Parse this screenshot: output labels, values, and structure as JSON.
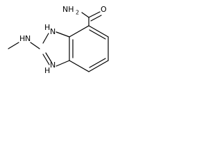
{
  "atoms": {
    "nh2": "NH",
    "nh2_sub": "2",
    "o": "O",
    "nh_top": "H",
    "n_top": "N",
    "n_bottom": "N",
    "nh_bottom": "H",
    "n_methylamino": "N",
    "h_methylamino": "H"
  }
}
